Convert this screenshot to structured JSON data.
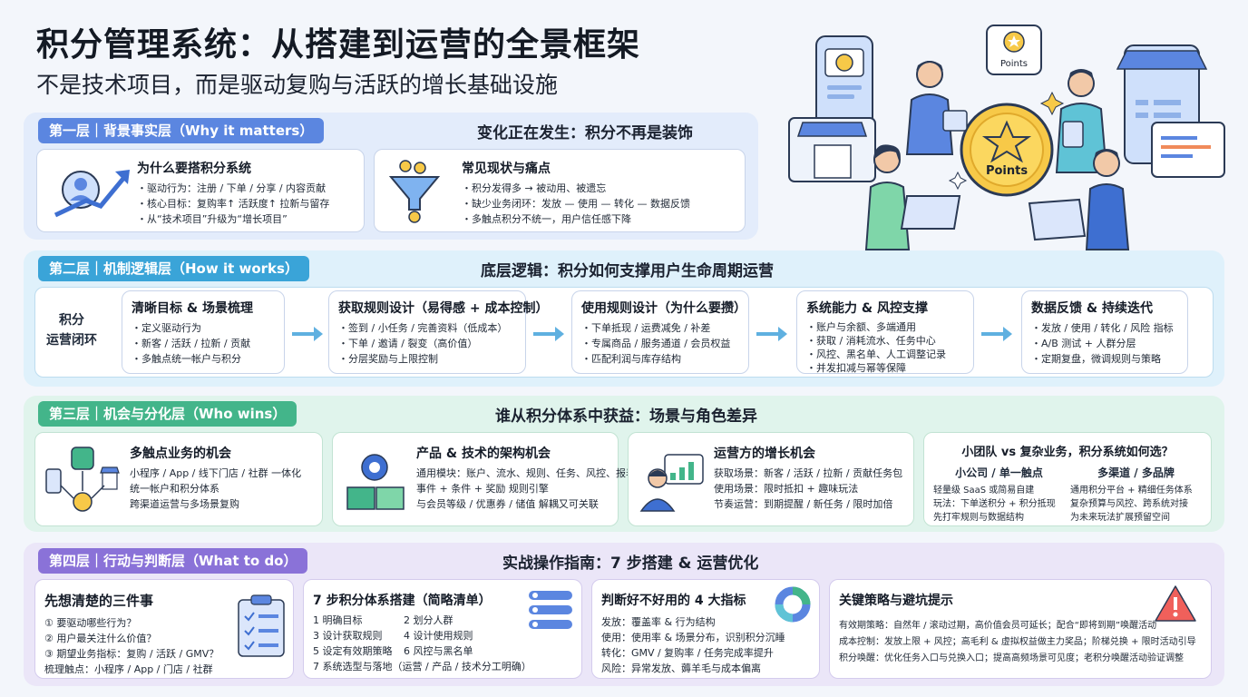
{
  "header": {
    "title": "积分管理系统：从搭建到运营的全景框架",
    "subtitle": "不是技术项目，而是驱动复购与活跃的增长基础设施"
  },
  "hero": {
    "badge_label": "Points",
    "coin_label": "Points"
  },
  "layer1": {
    "tag": "第一层｜背景事实层（Why it matters）",
    "heading": "变化正在发生：积分不再是装饰",
    "card1": {
      "title": "为什么要搭积分系统",
      "lines": [
        "・驱动行为：注册 / 下单 / 分享 / 内容贡献",
        "・核心目标：复购率↑ 活跃度↑ 拉新与留存",
        "・从“技术项目”升级为“增长项目”"
      ]
    },
    "card2": {
      "title": "常见现状与痛点",
      "lines": [
        "・积分发得多 → 被动用、被遗忘",
        "・缺少业务闭环：发放 — 使用 — 转化 — 数据反馈",
        "・多触点积分不统一，用户信任感下降"
      ]
    }
  },
  "layer2": {
    "tag": "第二层｜机制逻辑层（How it works）",
    "heading": "底层逻辑：积分如何支撑用户生命周期运营",
    "loop_line1": "积分",
    "loop_line2": "运营闭环",
    "cards": [
      {
        "title": "清晰目标 & 场景梳理",
        "lines": [
          "・定义驱动行为",
          "・新客 / 活跃 / 拉新 / 贡献",
          "・多触点统一帐户与积分"
        ]
      },
      {
        "title": "获取规则设计（易得感 + 成本控制）",
        "lines": [
          "・签到 / 小任务 / 完善资料（低成本）",
          "・下单 / 邀请 / 裂变（高价值）",
          "・分层奖励与上限控制"
        ]
      },
      {
        "title": "使用规则设计（为什么要攒）",
        "lines": [
          "・下单抵现 / 运费减免 / 补差",
          "・专属商品 / 服务通道 / 会员权益",
          "・匹配利润与库存结构"
        ]
      },
      {
        "title": "系统能力 & 风控支撑",
        "lines": [
          "・账户与余额、多端通用",
          "・获取 / 消耗流水、任务中心",
          "・风控、黑名单、人工调整记录",
          "・并发扣减与幂等保障"
        ]
      },
      {
        "title": "数据反馈 & 持续迭代",
        "lines": [
          "・发放 / 使用 / 转化 / 风险 指标",
          "・A/B 测试 + 人群分层",
          "・定期复盘，微调规则与策略"
        ]
      }
    ]
  },
  "layer3": {
    "tag": "第三层｜机会与分化层（Who wins）",
    "heading": "谁从积分体系中获益：场景与角色差异",
    "card1": {
      "title": "多触点业务的机会",
      "lines": [
        "小程序 / App / 线下门店 / 社群 一体化",
        "统一帐户和积分体系",
        "跨渠道运营与多场景复购"
      ]
    },
    "card2": {
      "title": "产品 & 技术的架构机会",
      "lines": [
        "通用模块：账户、流水、规则、任务、风控、报表",
        "事件 + 条件 + 奖励 规则引擎",
        "与会员等级 / 优惠券 / 储值 解耦又可关联"
      ]
    },
    "card3": {
      "title": "运营方的增长机会",
      "lines": [
        "获取场景：新客 / 活跃 / 拉新 / 贡献任务包",
        "使用场景：限时抵扣 + 趣味玩法",
        "节奏运营：到期提醒 / 新任务 / 限时加倍"
      ]
    },
    "card4": {
      "title": "小团队 vs 复杂业务，积分系统如何选？",
      "left": {
        "title": "小公司 / 单一触点",
        "lines": [
          "轻量级 SaaS 或简易自建",
          "玩法：下单送积分 + 积分抵现",
          "先打牢规则与数据结构"
        ]
      },
      "right": {
        "title": "多渠道 / 多品牌",
        "lines": [
          "通用积分平台 + 精细任务体系",
          "复杂预算与风控、跨系统对接",
          "为未来玩法扩展预留空间"
        ]
      }
    }
  },
  "layer4": {
    "tag": "第四层｜行动与判断层（What to do）",
    "heading": "实战操作指南：7 步搭建 & 运营优化",
    "card1": {
      "title": "先想清楚的三件事",
      "lines": [
        "① 要驱动哪些行为？",
        "② 用户最关注什么价值？",
        "③ 期望业务指标：复购 / 活跃 / GMV？",
        "梳理触点：小程序 / App / 门店 / 社群"
      ]
    },
    "card2": {
      "title": "7 步积分体系搭建（简略清单）",
      "steps": [
        "1  明确目标",
        "2  划分人群",
        "3  设计获取规则",
        "4  设计使用规则",
        "5  设定有效期策略",
        "6  风控与黑名单",
        "7  系统选型与落地（运营 / 产品 / 技术分工明确）"
      ]
    },
    "card3": {
      "title": "判断好不好用的 4 大指标",
      "lines": [
        "发放：覆盖率 & 行为结构",
        "使用：使用率 & 场景分布，识别积分沉睡",
        "转化：GMV / 复购率 / 任务完成率提升",
        "风险：异常发放、薅羊毛与成本偏离"
      ]
    },
    "card4": {
      "title": "关键策略与避坑提示",
      "lines": [
        "有效期策略：自然年 / 滚动过期，高价值会员可延长；配合“即将到期”唤醒活动",
        "成本控制：发放上限 + 风控；高毛利 & 虚拟权益做主力奖品；阶梯兑换 + 限时活动引导",
        "积分唤醒：优化任务入口与兑换入口；提高高频场景可见度；老积分唤醒活动验证调整"
      ]
    }
  }
}
